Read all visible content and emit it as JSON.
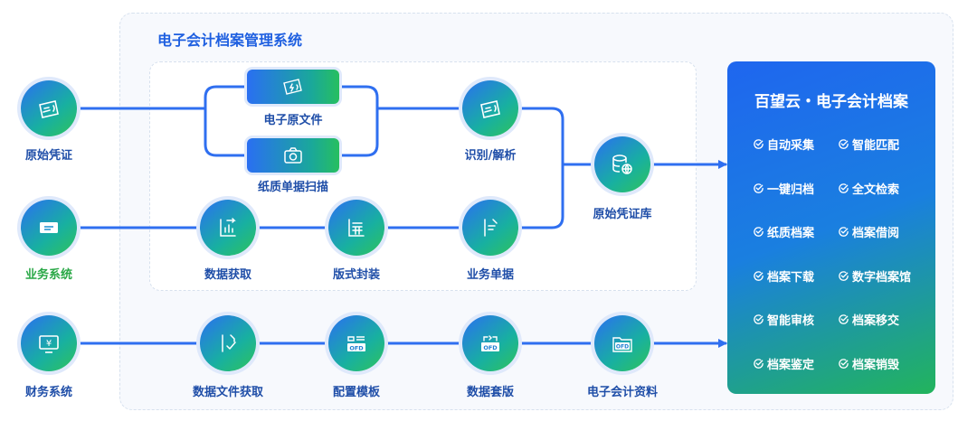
{
  "system_title": "电子会计档案管理系统",
  "nodes": {
    "original_voucher": "原始凭证",
    "business_system": "业务系统",
    "finance_system": "财务系统",
    "e_original_file": "电子原文件",
    "paper_scan": "纸质单据扫描",
    "recognize_parse": "识别/解析",
    "original_voucher_db": "原始凭证库",
    "data_fetch": "数据获取",
    "format_pack": "版式封装",
    "business_doc": "业务单据",
    "data_file_fetch": "数据文件获取",
    "config_template": "配置模板",
    "data_template": "数据套版",
    "e_accounting_data": "电子会计资料"
  },
  "icon_text": {
    "ofd": "OFD"
  },
  "panel": {
    "title": "百望云・电子会计档案",
    "features": [
      [
        "自动采集",
        "智能匹配"
      ],
      [
        "一键归档",
        "全文检索"
      ],
      [
        "纸质档案",
        "档案借阅"
      ],
      [
        "档案下载",
        "数字档案馆"
      ],
      [
        "智能审核",
        "档案移交"
      ],
      [
        "档案鉴定",
        "档案销毁"
      ]
    ]
  },
  "colors": {
    "line": "#2f6ff0",
    "title": "#1e5fe0",
    "label_blue": "#1f4ea8",
    "label_green": "#2aa847"
  }
}
